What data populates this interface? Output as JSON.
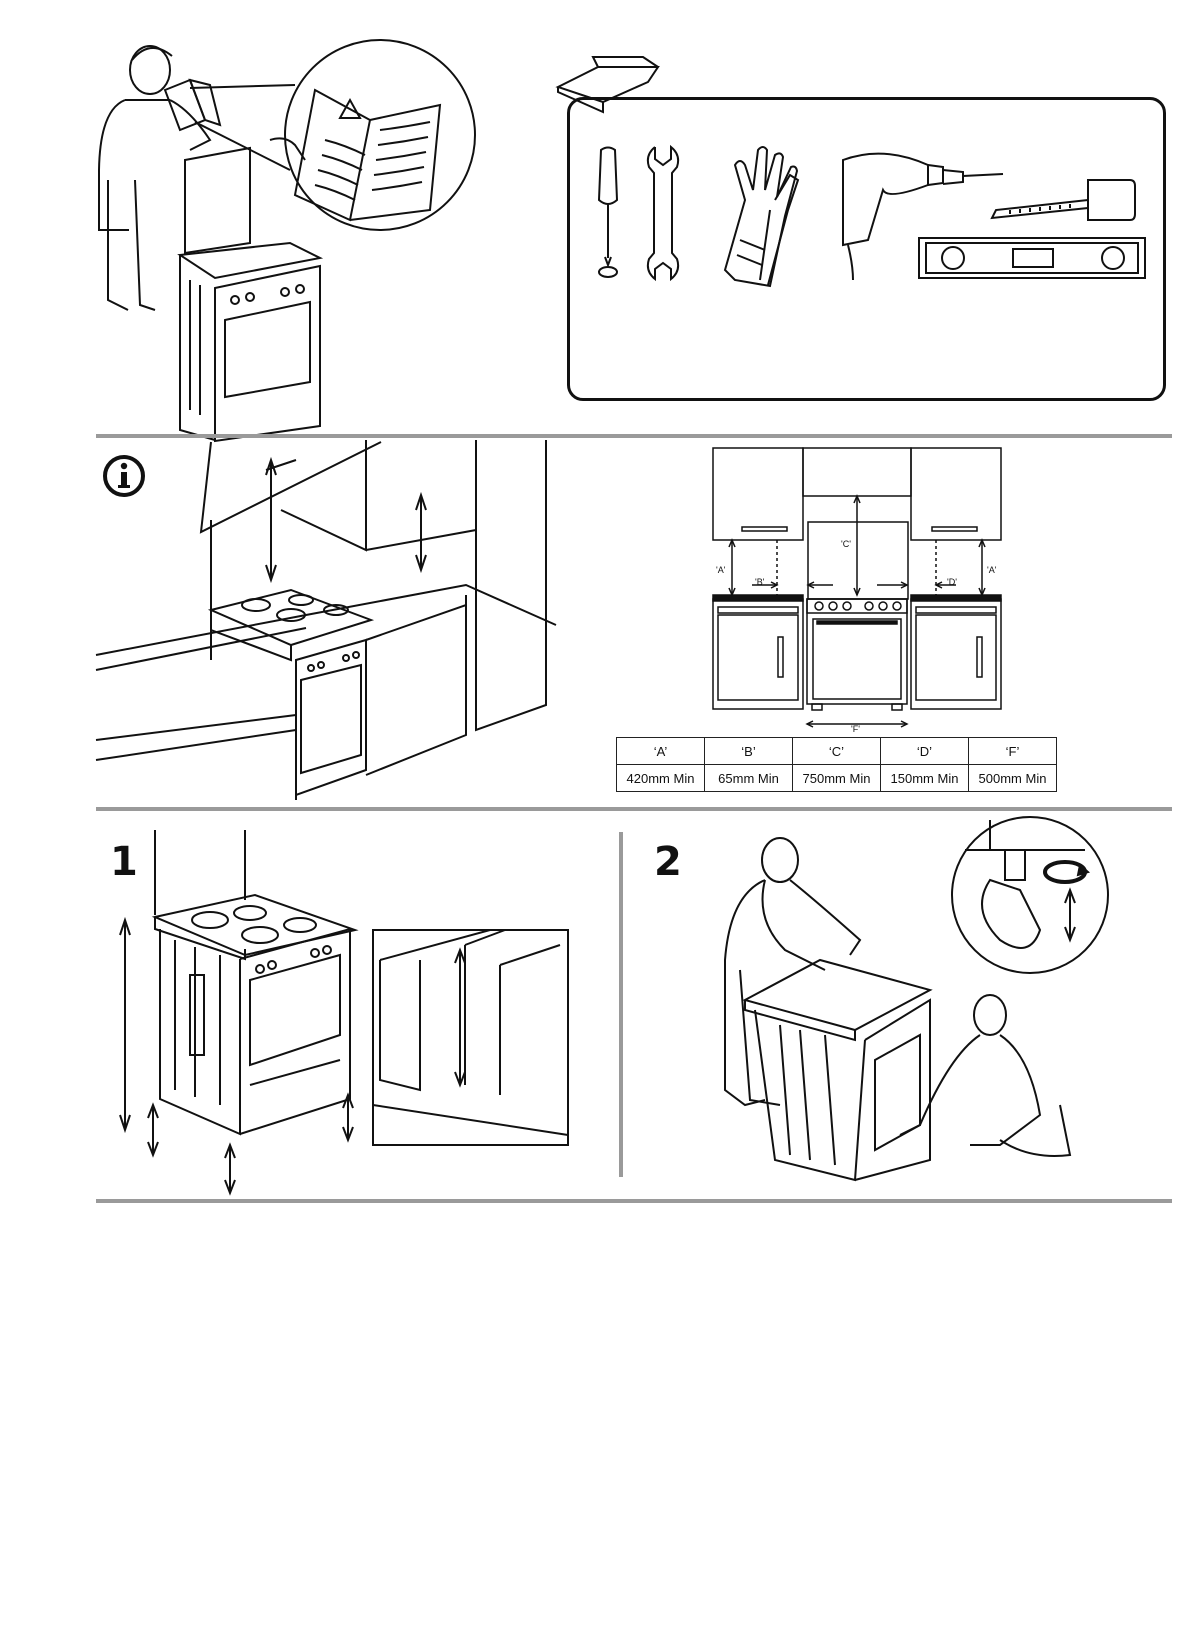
{
  "page": {
    "title": ""
  },
  "table": {
    "headers": [
      "‘A’",
      "‘B’",
      "‘C’",
      "‘D’",
      "‘F’"
    ],
    "values": [
      "420mm Min",
      "65mm Min",
      "750mm Min",
      "150mm Min",
      "500mm Min"
    ]
  },
  "diagram_labels": {
    "a_left": "'A'",
    "b": "'B'",
    "c": "'C'",
    "d": "'D'",
    "a_right": "'A'",
    "f": "'F'"
  },
  "steps": {
    "step1": "1",
    "step2": "2"
  },
  "icons": [
    "info-icon",
    "warning-icon",
    "toolbox-icon",
    "screwdriver-icon",
    "wrench-icon",
    "gloves-icon",
    "drill-icon",
    "tape-measure-icon",
    "spirit-level-icon",
    "rotate-icon"
  ],
  "colors": {
    "line": "#111111",
    "divider": "#9a9a9a",
    "background": "#ffffff"
  }
}
